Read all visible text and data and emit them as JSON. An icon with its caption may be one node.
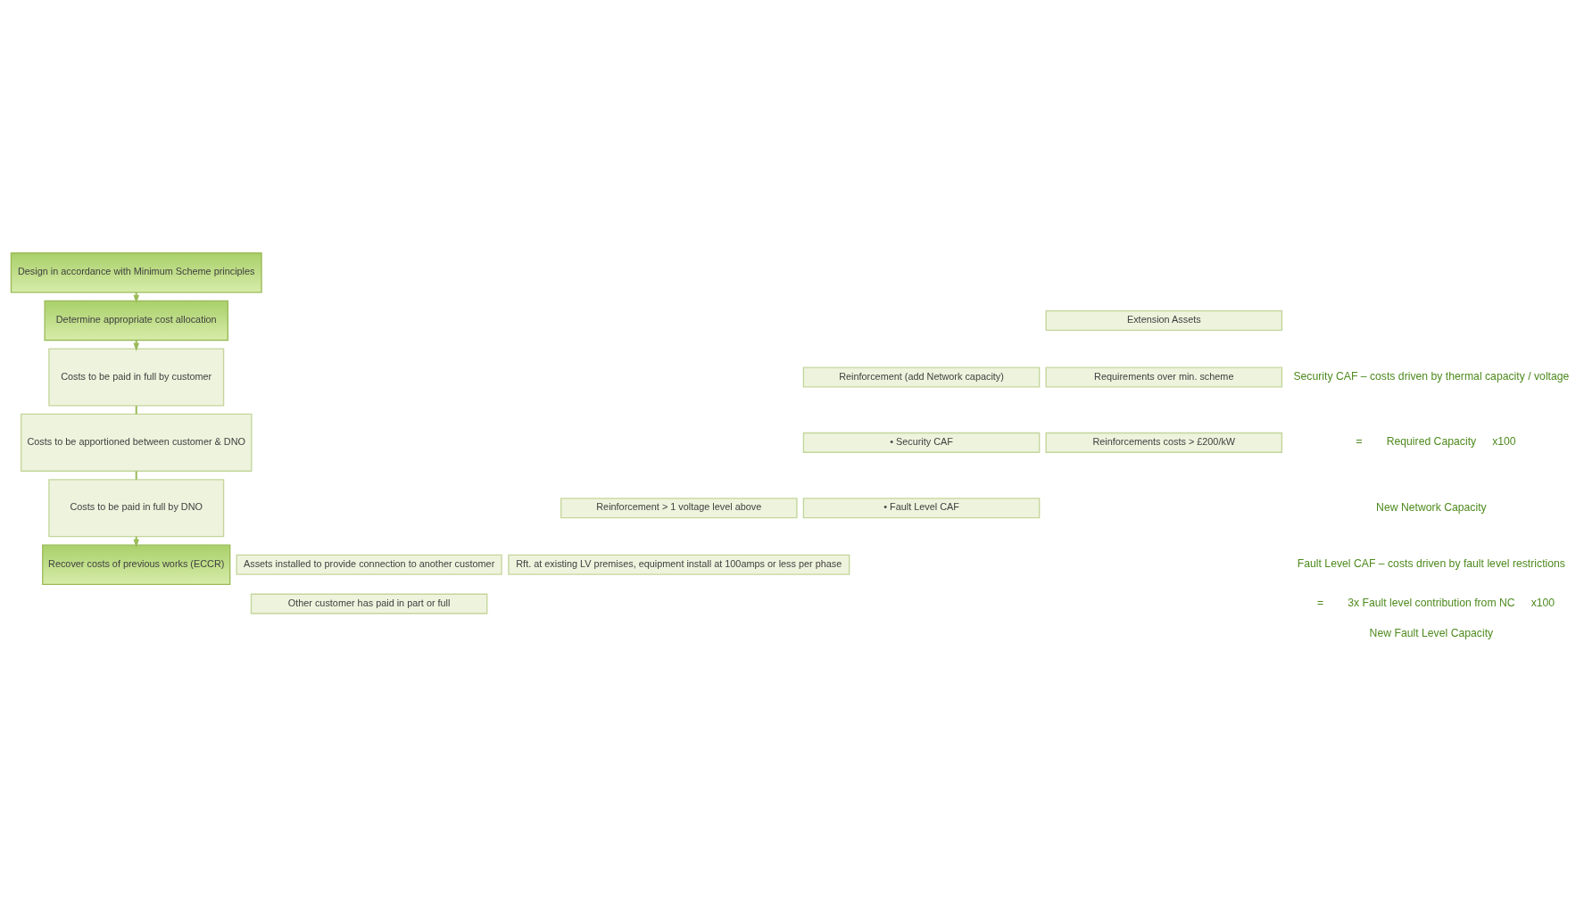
{
  "diagram": {
    "nodes": [
      {
        "text": [
          "Design in accordance with Minimum Scheme principles"
        ]
      },
      {
        "text": [
          "Determine appropriate cost allocation"
        ]
      },
      {
        "text": [
          "Costs to be paid in full by customer"
        ]
      },
      {
        "text": [
          "Extension Assets"
        ]
      },
      {
        "text": [
          "Requirements over min. scheme"
        ]
      },
      {
        "text": [
          "Reinforcements costs > £200/kW"
        ]
      },
      {
        "text": [
          "Costs to be apportioned between customer & DNO"
        ]
      },
      {
        "text": [
          "Reinforcement (add Network capacity)"
        ]
      },
      {
        "text": [
          "• Security CAF"
        ]
      },
      {
        "text": [
          "• Fault Level CAF"
        ]
      },
      {
        "text": [
          "Costs to be paid in full by DNO"
        ]
      },
      {
        "text": [
          "Reinforcement > 1 voltage level above"
        ]
      },
      {
        "text": [
          "Rft. at existing LV premises, equipment install at 100amps or less per phase"
        ]
      },
      {
        "text": [
          "Recover costs of previous works (ECCR)"
        ]
      },
      {
        "text": [
          "Assets installed to provide connection to another customer"
        ]
      },
      {
        "text": [
          "Other customer has paid in part or full"
        ]
      }
    ],
    "edges": [
      {
        "from": 0,
        "to": 1,
        "arrow": "to"
      },
      {
        "from": 1,
        "to": 2,
        "arrow": "to"
      },
      {
        "from": 2,
        "to": 6,
        "arrow": "none"
      },
      {
        "from": 6,
        "to": 10,
        "arrow": "none"
      },
      {
        "from": 10,
        "to": 13,
        "arrow": "to"
      }
    ],
    "labels": [
      "Security CAF – costs driven by thermal capacity / voltage",
      "=",
      "Required Capacity",
      "New Network Capacity",
      "x100",
      "Fault Level CAF – costs driven by fault level restrictions",
      "=",
      "3x Fault level contribution from NC",
      "New Fault Level Capacity",
      "x100"
    ]
  }
}
